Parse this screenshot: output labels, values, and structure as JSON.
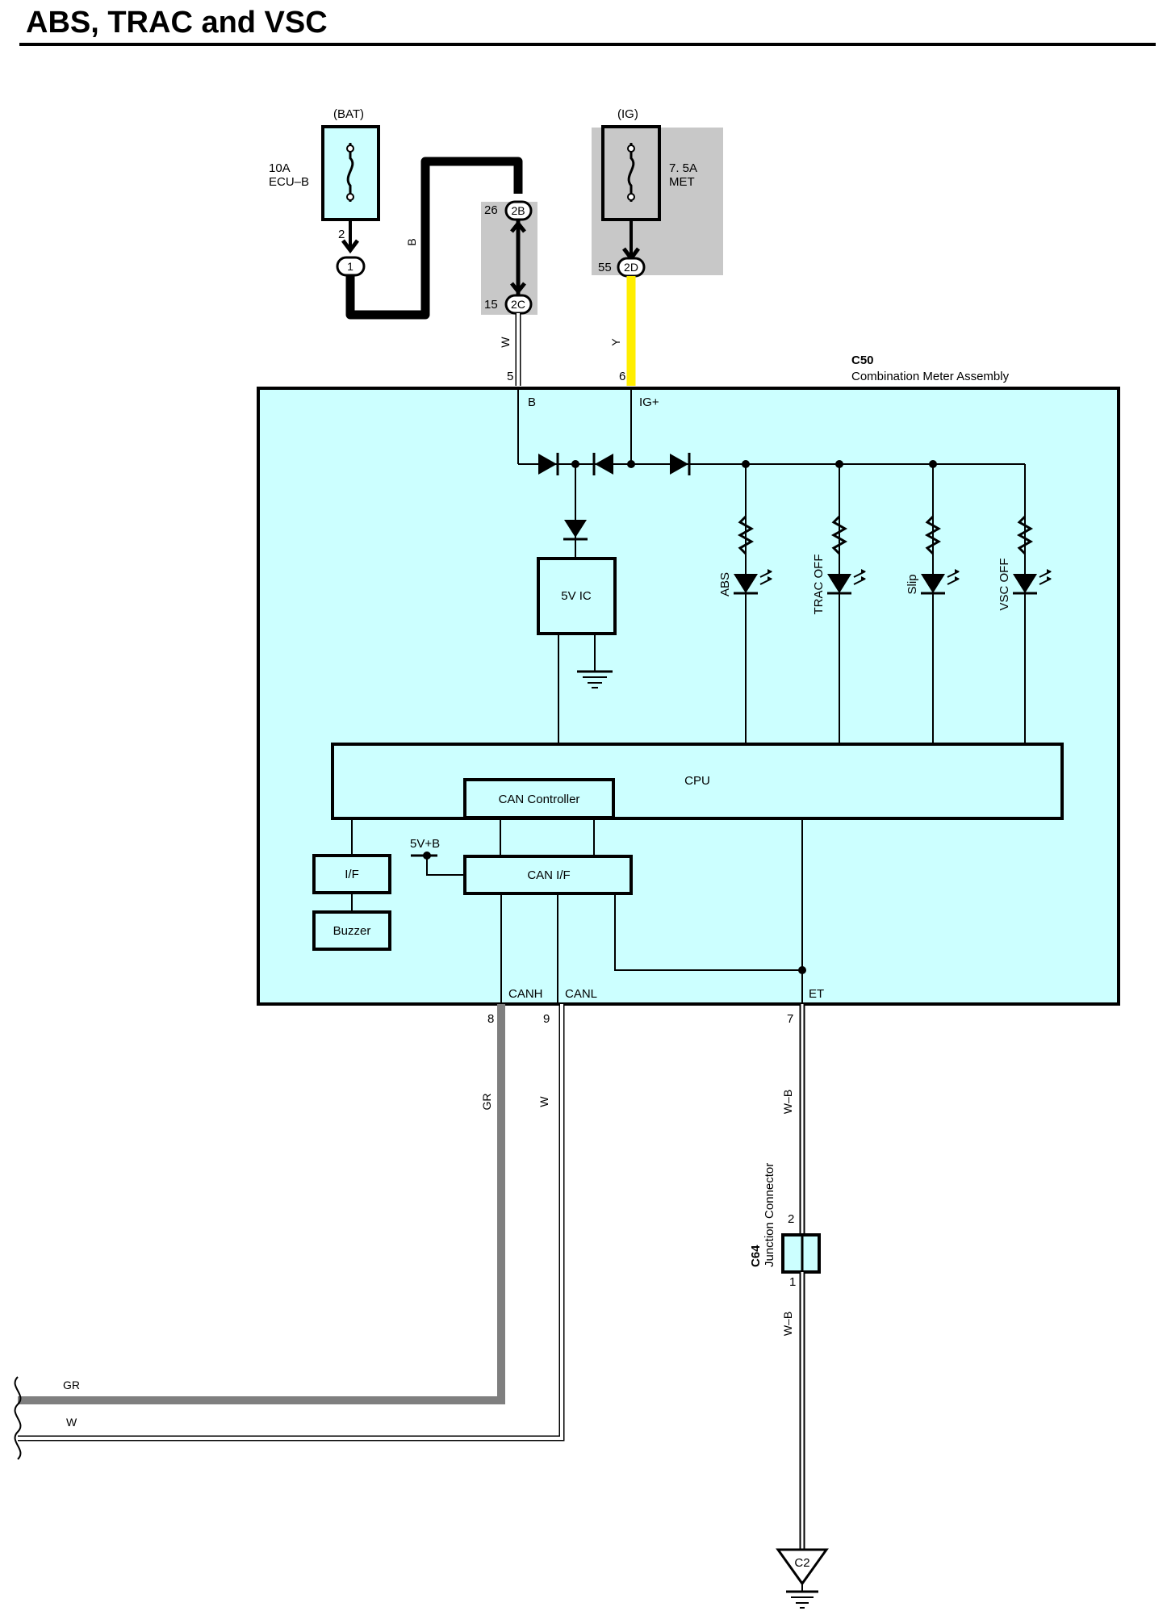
{
  "title": "ABS, TRAC and VSC",
  "colors": {
    "module_fill": "#ccffff",
    "shade": "#c8c8c8",
    "wire_y": "#ffee00",
    "wire_gr": "#7f7f7f"
  },
  "fuses": {
    "bat": {
      "source": "(BAT)",
      "amp": "10A",
      "name": "ECU–B"
    },
    "ig": {
      "source": "(IG)",
      "amp": "7. 5A",
      "name": "MET"
    }
  },
  "connectors": {
    "c1": {
      "label": "1",
      "pin": "2"
    },
    "c2b": {
      "label": "2B",
      "pin": "26"
    },
    "c2c": {
      "label": "2C",
      "pin": "15"
    },
    "c2d": {
      "label": "2D",
      "pin": "55"
    }
  },
  "wires": {
    "b": "B",
    "w_top": "W",
    "y": "Y",
    "gr": "GR",
    "w_can": "W",
    "wb_upper": "W–B",
    "wb_lower": "W–B",
    "gr_left": "GR",
    "w_left": "W"
  },
  "meter": {
    "code": "C50",
    "name": "Combination Meter Assembly",
    "pins": {
      "b": "5",
      "ig": "6",
      "canh": "8",
      "canl": "9",
      "et": "7"
    },
    "terminals": {
      "b": "B",
      "ig": "IG+",
      "canh": "CANH",
      "canl": "CANL",
      "et": "ET"
    },
    "blocks": {
      "ic": "5V IC",
      "cpu": "CPU",
      "can_controller": "CAN Controller",
      "can_if": "CAN I/F",
      "iface": "I/F",
      "buzzer": "Buzzer",
      "supply": "5V+B"
    },
    "leds": [
      "ABS",
      "TRAC OFF",
      "Slip",
      "VSC OFF"
    ]
  },
  "junction": {
    "code": "C64",
    "name": "Junction Connector",
    "pin_top": "2",
    "pin_bottom": "1"
  },
  "ground": {
    "code": "C2"
  }
}
